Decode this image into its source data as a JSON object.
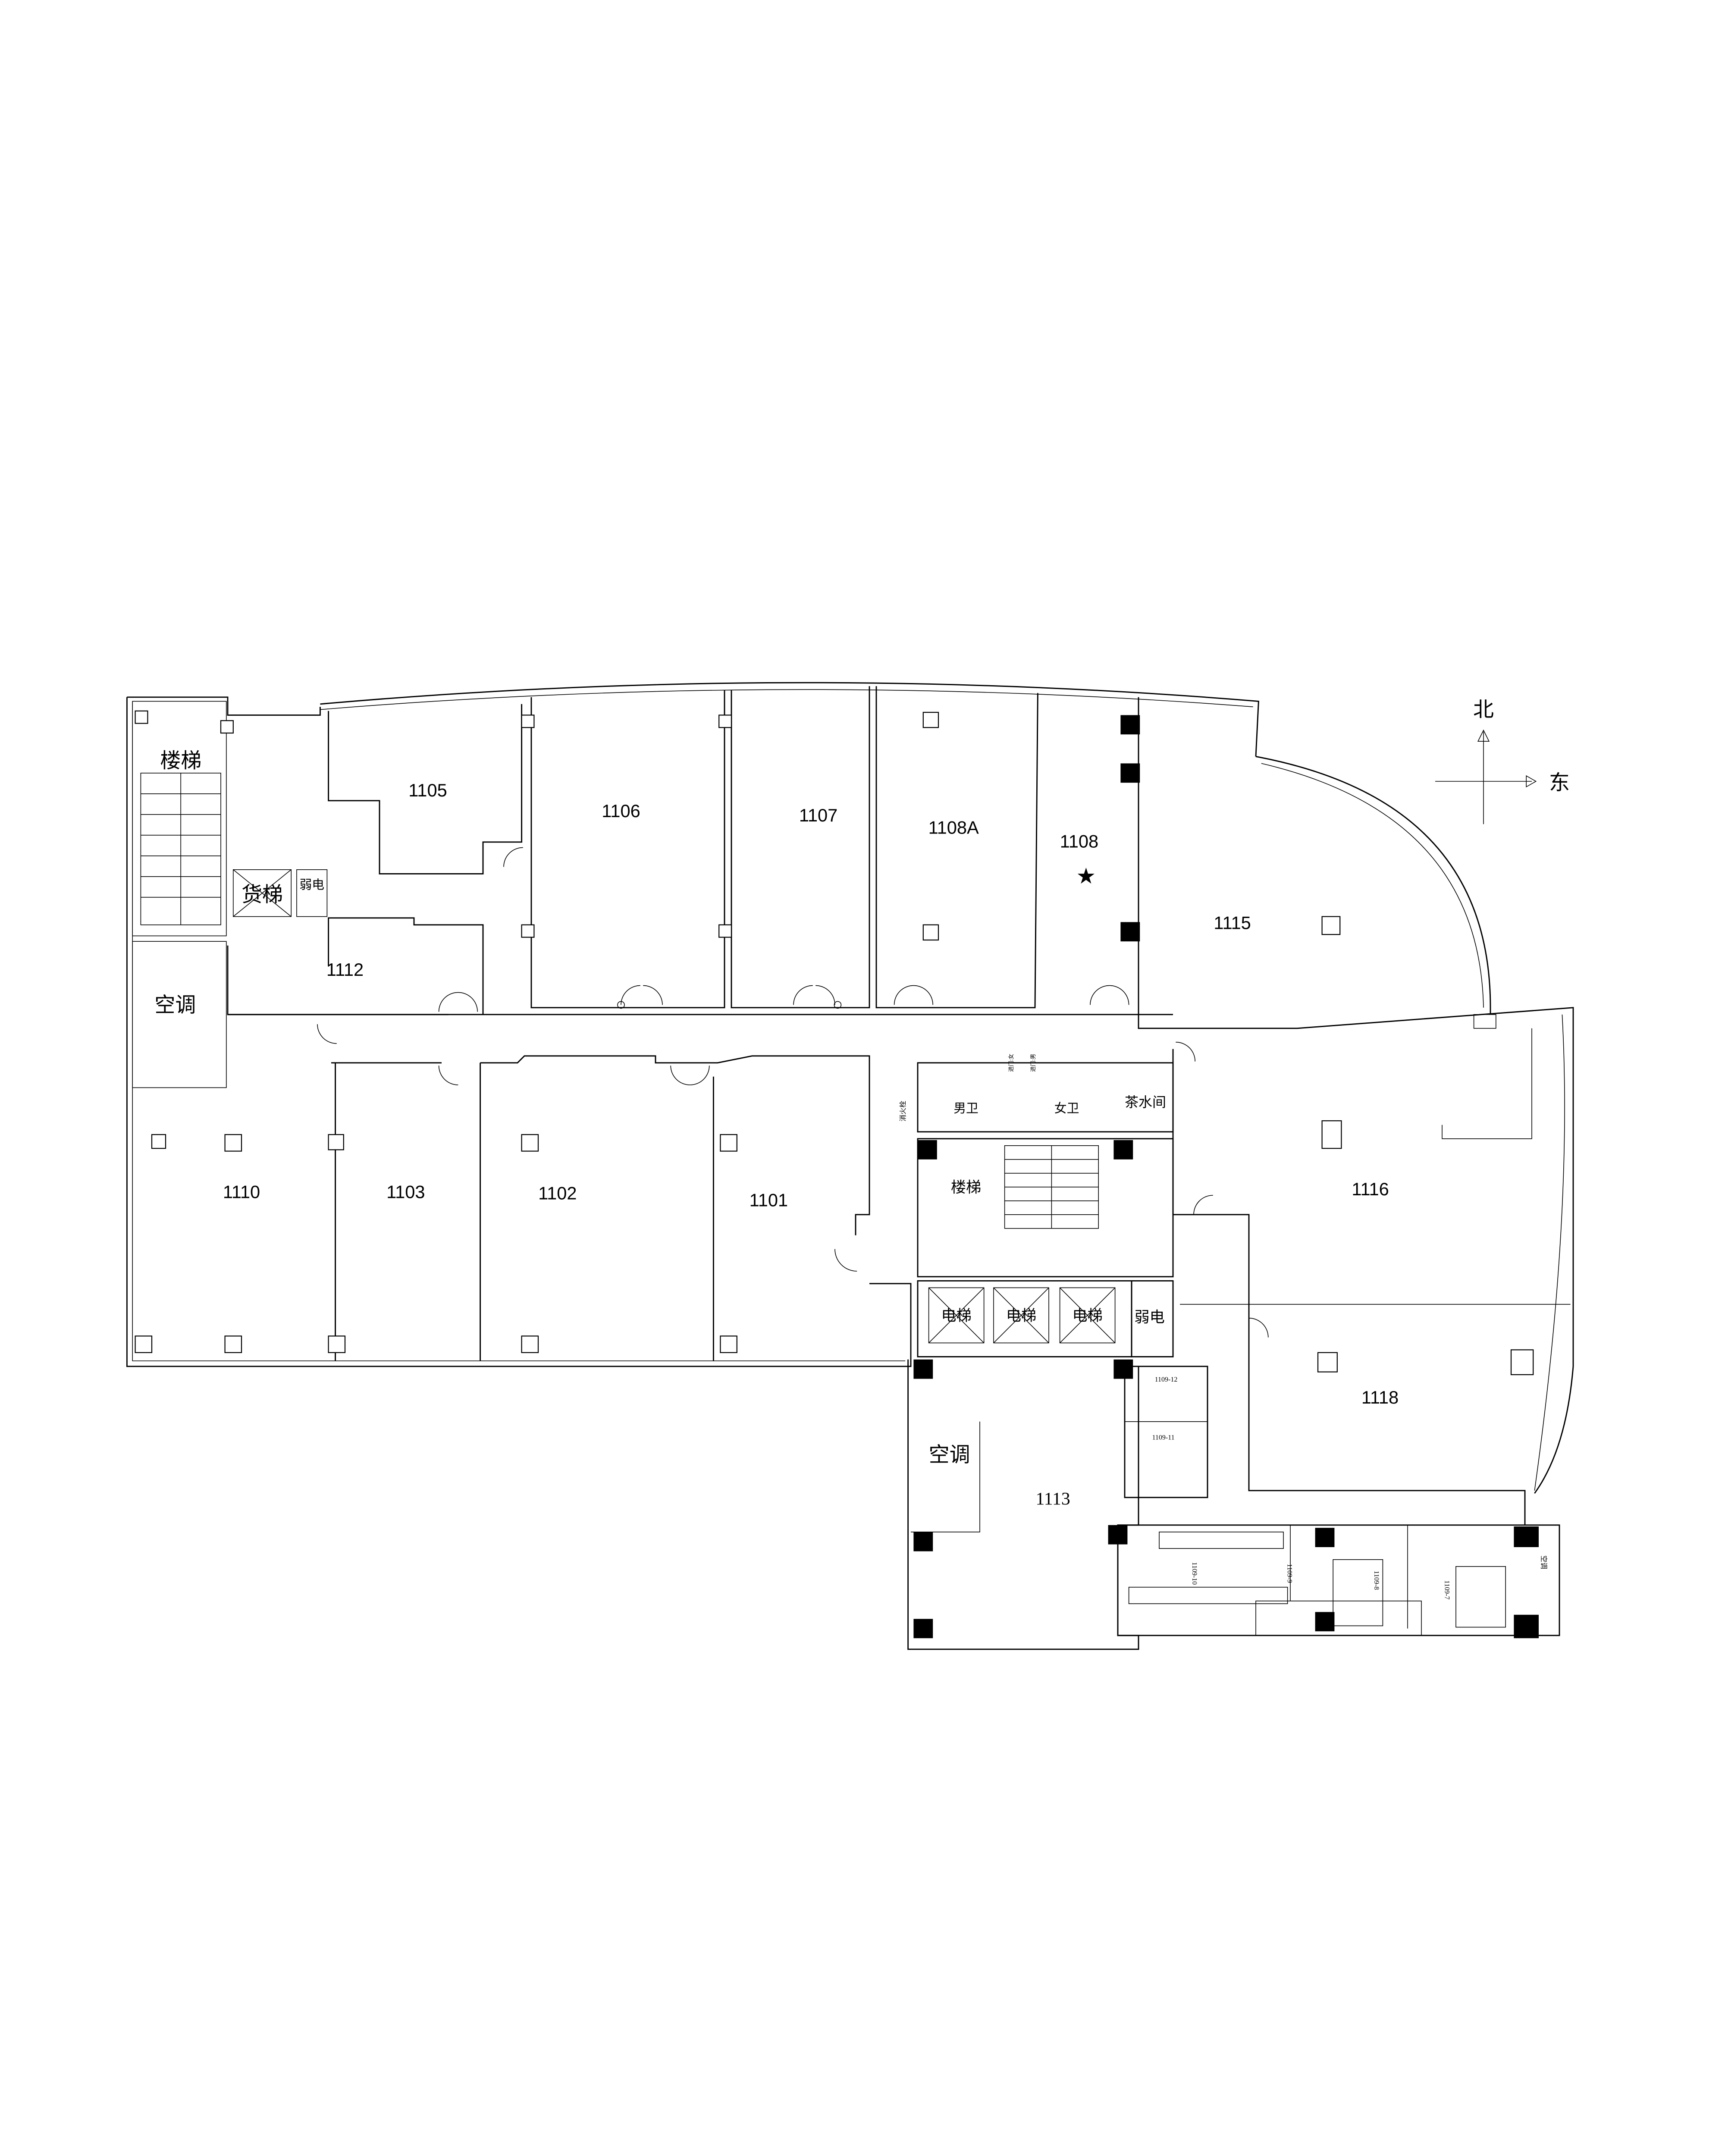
{
  "compass": {
    "north": "北",
    "east": "东"
  },
  "rooms": {
    "r1105": "1105",
    "r1106": "1106",
    "r1107": "1107",
    "r1108A": "1108A",
    "r1108": "1108",
    "r1115": "1115",
    "r1112": "1112",
    "r1110": "1110",
    "r1103": "1103",
    "r1102": "1102",
    "r1101": "1101",
    "r1116": "1116",
    "r1118": "1118",
    "r1113": "1113",
    "r1109_12": "1109-12",
    "r1109_11": "1109-11",
    "r1109_10": "1109-10",
    "r1109_9": "1109-9",
    "r1109_8": "1109-8",
    "r1109_7": "1109-7"
  },
  "facilities": {
    "stairs_west": "楼梯",
    "freight_elevator": "货梯",
    "weak_current_west": "弱电",
    "ac_west": "空调",
    "mens_toilet": "男卫",
    "womens_toilet": "女卫",
    "tea_room": "茶水间",
    "stairs_core": "楼梯",
    "elevator1": "电梯",
    "elevator2": "电梯",
    "elevator3": "电梯",
    "weak_current_core": "弱电",
    "ac_1113": "空调",
    "fire_hydrant": "消火栓",
    "door_female": "进门:女",
    "door_male": "进门:男",
    "ac_1109": "空调"
  },
  "marker": {
    "icon": "star-icon",
    "room": "1108"
  }
}
